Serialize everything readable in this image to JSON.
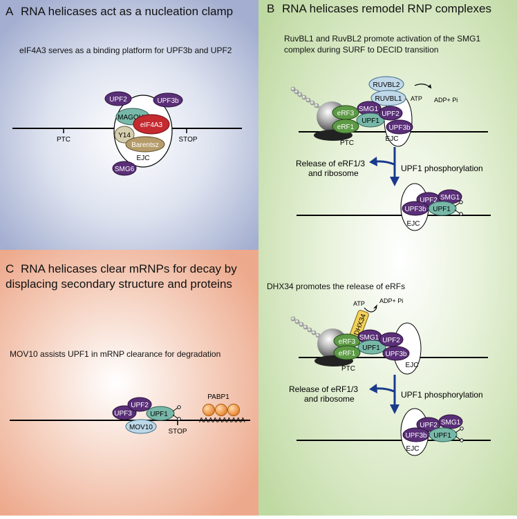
{
  "panels": {
    "a": {
      "letter": "A",
      "title": "RNA helicases act as a nucleation clamp",
      "subtitle": "eIF4A3 serves as a binding platform for UPF3b  and UPF2",
      "labels": {
        "upf2": "UPF2",
        "upf3b": "UPF3b",
        "magoh": "MAGOH",
        "eif4a3": "eIF4A3",
        "y14": "Y14",
        "barentsz": "Barentsz",
        "ejc": "EJC",
        "smg6": "SMG6",
        "ptc": "PTC",
        "stop": "STOP"
      }
    },
    "b": {
      "letter": "B",
      "title": "RNA helicases remodel RNP complexes",
      "caption1_line1": "RuvBL1 and RuvBL2 promote activation of the SMG1",
      "caption1_line2": "complex during SURF to DECID transition",
      "caption2": "DHX34 promotes the release of eRFs",
      "labels": {
        "ruvbl2": "RUVBL2",
        "ruvbl1": "RUVBL1",
        "atp": "ATP",
        "adp": "ADP+ Pi",
        "erf3": "eRF3",
        "erf1": "eRF1",
        "smg1": "SMG1",
        "upf1": "UPF1",
        "upf2": "UPF2",
        "upf3b": "UPF3b",
        "ejc": "EJC",
        "ptc": "PTC",
        "dhx34": "DHX34",
        "release_line1": "Release of eRF1/3",
        "release_line2": "and ribosome",
        "phospho": "UPF1 phosphorylation"
      }
    },
    "c": {
      "letter": "C",
      "title_line1": "RNA helicases clear mRNPs for decay by",
      "title_line2": "displacing secondary structure and proteins",
      "subtitle": "MOV10 assists UPF1 in mRNP clearance for degradation",
      "labels": {
        "upf2": "UPF2",
        "upf3": "UPF3",
        "upf1": "UPF1",
        "mov10": "MOV10",
        "stop": "STOP",
        "pabp1": "PABP1",
        "polya": "AAAAAAAAAA"
      }
    }
  },
  "colors": {
    "panel_a_bg": "#a9b4d4",
    "panel_b_bg": "#c8dfad",
    "panel_c_bg": "#efb195",
    "purple": "#5a2f78",
    "teal": "#78b8a8",
    "green": "#5d9a45",
    "red": "#c42a30",
    "khaki": "#b59c6a",
    "lightblue": "#c0d8e8",
    "yellow": "#f2d15a",
    "orange": "#ef9b3c",
    "arrow": "#1a3a8c"
  }
}
